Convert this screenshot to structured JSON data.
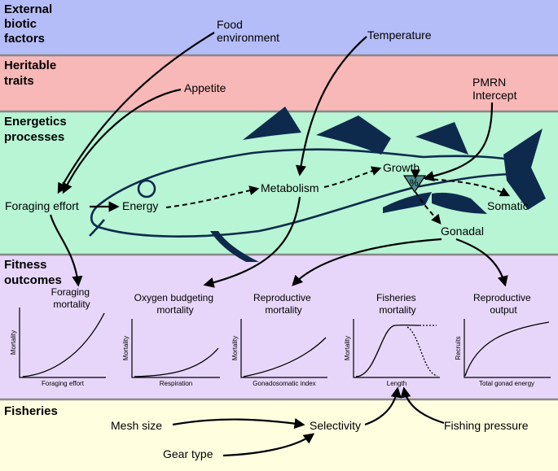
{
  "colors": {
    "external_band": "#b5bdf8",
    "heritable_band": "#f9b8b8",
    "energetics_band": "#b7f5d4",
    "fitness_band": "#e7d6fa",
    "fisheries_band": "#ffffe0",
    "fish": "#0d2a4d",
    "divider": "#888888",
    "pmrn_triangle": "#4f8c8c"
  },
  "bands": {
    "external": [
      "External",
      "biotic",
      "factors"
    ],
    "heritable": [
      "Heritable",
      "traits"
    ],
    "energetics": [
      "Energetics",
      "processes"
    ],
    "fitness": [
      "Fitness",
      "outcomes"
    ],
    "fisheries": [
      "Fisheries"
    ]
  },
  "labels": {
    "food_environment": [
      "Food",
      "environment"
    ],
    "temperature": "Temperature",
    "appetite": "Appetite",
    "pmrn_intercept": [
      "PMRN",
      "Intercept"
    ],
    "foraging_effort": "Foraging effort",
    "energy": "Energy",
    "metabolism": "Metabolism",
    "growth": "Growth",
    "percent_symbol": "%",
    "somatic": "Somatic",
    "gonadal": "Gonadal"
  },
  "panels": [
    {
      "title": [
        "Foraging",
        "mortality"
      ],
      "xlabel": "Foraging effort",
      "ylabel": "Mortality"
    },
    {
      "title": [
        "Oxygen budgeting",
        "mortality"
      ],
      "xlabel": "Respiration",
      "ylabel": "Mortality"
    },
    {
      "title": [
        "Reproductive",
        "mortality"
      ],
      "xlabel": "Gonadosomatic index",
      "ylabel": "Mortality"
    },
    {
      "title": [
        "Fisheries",
        "mortality"
      ],
      "xlabel": "Length",
      "ylabel": "Mortality"
    },
    {
      "title": [
        "Reproductive",
        "output"
      ],
      "xlabel": "Total gonad energy",
      "ylabel": "Recruits"
    }
  ],
  "fisheries": {
    "mesh_size": "Mesh size",
    "gear_type": "Gear type",
    "selectivity": "Selectivity",
    "fishing_pressure": "Fishing pressure"
  }
}
